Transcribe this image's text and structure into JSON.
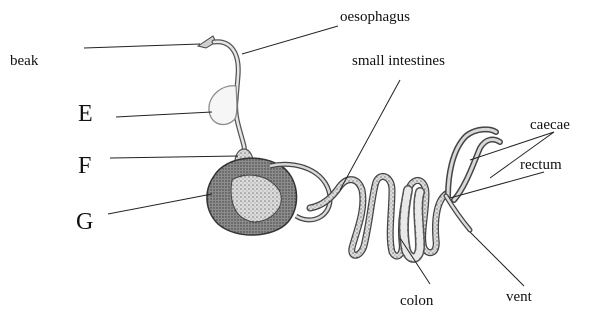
{
  "diagram": {
    "labels": {
      "beak": "beak",
      "oesophagus": "oesophagus",
      "small_intestines": "small intestines",
      "caecae": "caecae",
      "rectum": "rectum",
      "E": "E",
      "F": "F",
      "G": "G",
      "colon": "colon",
      "vent": "vent"
    }
  }
}
